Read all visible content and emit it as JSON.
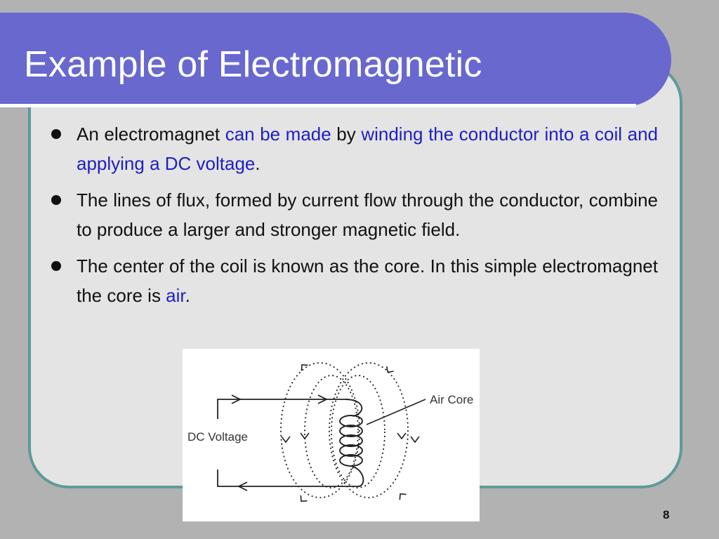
{
  "slide": {
    "title": "Example of Electromagnetic",
    "page_number": "8"
  },
  "bullets": [
    {
      "parts": [
        {
          "text": "An electromagnet ",
          "highlight": false
        },
        {
          "text": "can be made",
          "highlight": true
        },
        {
          "text": " by ",
          "highlight": false
        },
        {
          "text": "winding the conductor into a coil and applying a DC voltage",
          "highlight": true
        },
        {
          "text": ".",
          "highlight": false
        }
      ]
    },
    {
      "parts": [
        {
          "text": "The lines of flux, formed by current flow through the conductor, combine to produce a larger and stronger magnetic field.",
          "highlight": false
        }
      ]
    },
    {
      "parts": [
        {
          "text": "The center of the coil is known as the core. In this simple electromagnet the core is ",
          "highlight": false
        },
        {
          "text": "air",
          "highlight": true
        },
        {
          "text": ".",
          "highlight": false
        }
      ]
    }
  ],
  "figure": {
    "air_core_label": "Air Core",
    "dc_voltage_label": "DC Voltage"
  },
  "colors": {
    "background": "#b2b2b2",
    "title_bar": "#6868cf",
    "frame_border": "#5f9a98",
    "content_bg": "#e4e4e4",
    "highlight_text": "#1f1fbf"
  }
}
